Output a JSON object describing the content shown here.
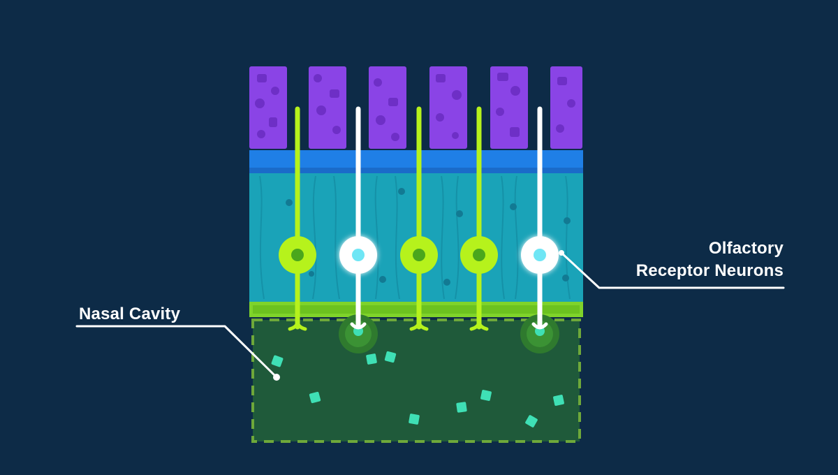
{
  "labels": {
    "olfactory_line1": "Olfactory",
    "olfactory_line2": "Receptor Neurons",
    "nasal_cavity": "Nasal Cavity"
  },
  "colors": {
    "background": "#0d2b47",
    "bone_cells": "#8a44e6",
    "bone_spots": "#6f30c9",
    "membrane_band": "#1f7fe6",
    "epithelium": "#1aa3b8",
    "mucus_band": "#7fd32a",
    "nasal_cavity": "#1f5a3a",
    "neuron_inactive": "#b6f21c",
    "neuron_active": "#ffffff",
    "odor_molecule": "#3fe0b5",
    "label_text": "#ffffff"
  },
  "neurons": [
    {
      "state": "inactive"
    },
    {
      "state": "active"
    },
    {
      "state": "inactive"
    },
    {
      "state": "inactive"
    },
    {
      "state": "active"
    }
  ]
}
